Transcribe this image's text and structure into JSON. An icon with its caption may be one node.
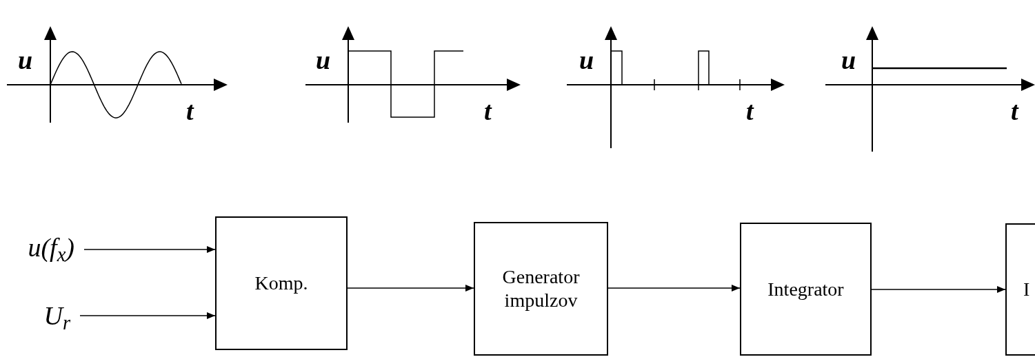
{
  "diagram": {
    "nodes": [
      {
        "text": [
          "u(f$_{x}$)"
        ]
      },
      {
        "text": [
          "U$_{r}$"
        ]
      },
      {
        "text": [
          "Komp."
        ]
      },
      {
        "text": [
          "Generator impulzov"
        ]
      },
      {
        "text": [
          "Integrator"
        ]
      },
      {
        "text": [
          "I"
        ]
      }
    ],
    "edges": [
      {
        "from": 0,
        "to": 2,
        "arrow": "to"
      },
      {
        "from": 1,
        "to": 2,
        "arrow": "to"
      },
      {
        "from": 2,
        "to": 3,
        "arrow": "to"
      },
      {
        "from": 3,
        "to": 4,
        "arrow": "to"
      },
      {
        "from": 4,
        "to": 5,
        "arrow": "to"
      }
    ],
    "labels": [
      "u",
      "t",
      "u",
      "t",
      "u",
      "t",
      "u",
      "t"
    ]
  }
}
